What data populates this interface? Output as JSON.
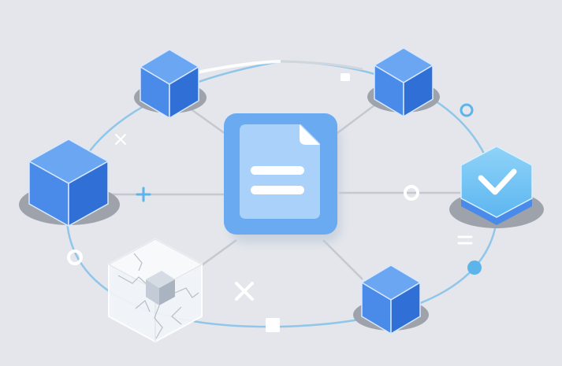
{
  "illustration": {
    "colors": {
      "background": "#e4e6eb",
      "cube_top": "#6aa6f2",
      "cube_left": "#4a8ae8",
      "cube_right": "#2f6fd6",
      "cube_edge": "#d8e8ff",
      "shadow": "#9ea3ab",
      "line": "#c4c8cf",
      "orbit": "#8fc6ea",
      "hub_outer": "#6aaaf0",
      "hub_inner": "#a9d1fa",
      "hub_shadow": "#bcc9d8",
      "accent": "#5bb4ea",
      "white": "#ffffff",
      "broken_cube": "#f1f4f8",
      "check_shield": "#6cc2f4"
    },
    "center_node": {
      "icon": "document-icon"
    },
    "nodes": [
      {
        "icon": "cube-icon",
        "state": "intact"
      },
      {
        "icon": "cube-icon",
        "state": "intact"
      },
      {
        "icon": "cube-icon",
        "state": "intact"
      },
      {
        "icon": "cube-icon",
        "state": "intact"
      },
      {
        "icon": "checkmark-shield-icon",
        "state": "verified"
      },
      {
        "icon": "broken-cube-icon",
        "state": "broken"
      }
    ],
    "decorations": [
      "plus-icon",
      "x-icon",
      "ring-icon",
      "equals-icon",
      "dot-icon",
      "square-icon"
    ]
  }
}
